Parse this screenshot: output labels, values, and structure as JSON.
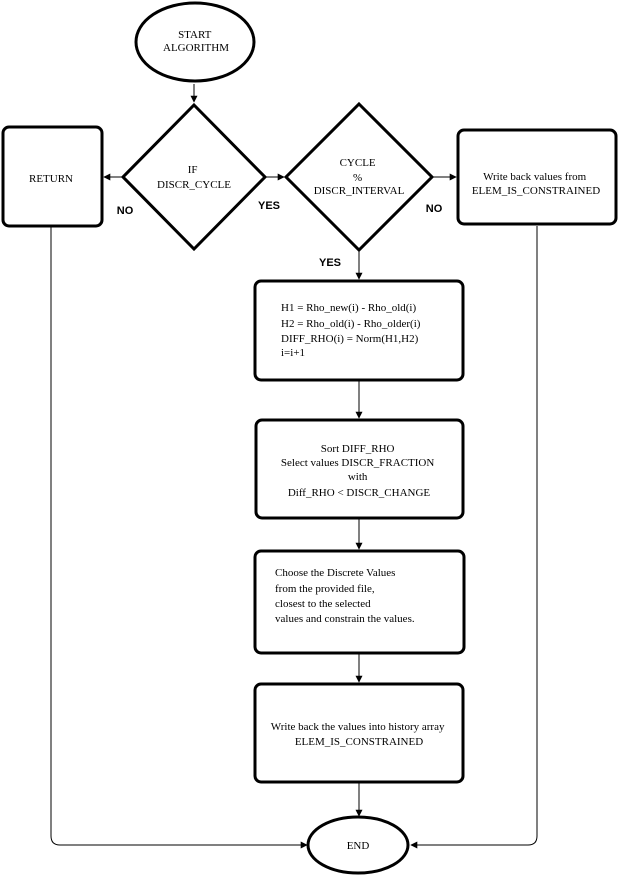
{
  "nodes": {
    "start": [
      "START",
      "ALGORITHM"
    ],
    "if_discr_cycle": [
      "IF",
      "DISCR_CYCLE"
    ],
    "return": [
      "RETURN"
    ],
    "cycle_mod": [
      "CYCLE",
      "%",
      "DISCR_INTERVAL"
    ],
    "write_back_values": [
      "Write back values from",
      "ELEM_IS_CONSTRAINED"
    ],
    "compute_diff": [
      "H1 = Rho_new(i) - Rho_old(i)",
      "H2 = Rho_old(i) - Rho_older(i)",
      "DIFF_RHO(i) = Norm(H1,H2)",
      "i=i+1"
    ],
    "sort_select": [
      "Sort DIFF_RHO",
      "Select values DISCR_FRACTION",
      "with",
      "Diff_RHO < DISCR_CHANGE"
    ],
    "choose_discrete": [
      "Choose the Discrete Values",
      "from the provided file,",
      "closest to the selected",
      "values and constrain the values."
    ],
    "write_history": [
      "Write back the values into history array",
      "ELEM_IS_CONSTRAINED"
    ],
    "end": [
      "END"
    ]
  },
  "edge_labels": {
    "if_no": "NO",
    "if_yes": "YES",
    "cycle_no": "NO",
    "cycle_yes": "YES"
  }
}
